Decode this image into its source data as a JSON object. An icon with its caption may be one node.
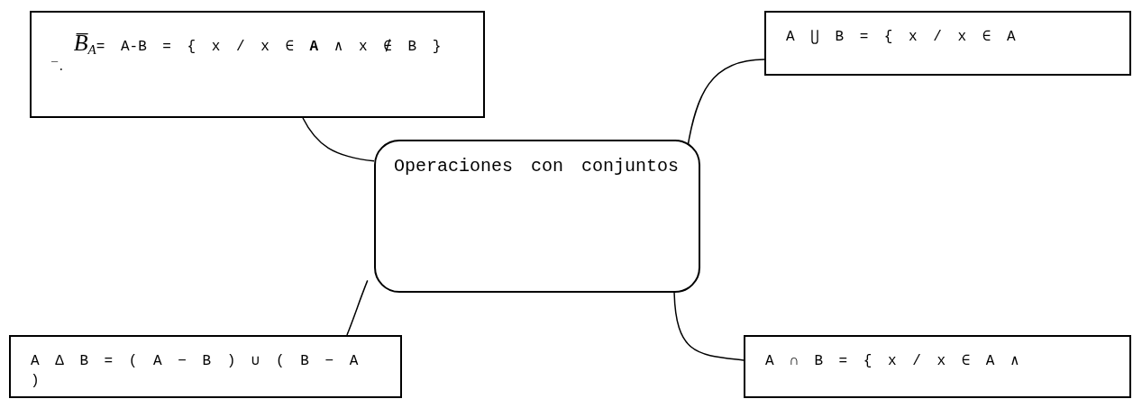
{
  "diagram": {
    "nodes": [
      {
        "text": [
          "*B̅*$_{A}$= A-B = { x / x ∈ **A** ∧ x ∉ B }",
          "‾."
        ]
      },
      {
        "text": [
          "A ⋃ B = { x / x ∈ A"
        ]
      },
      {
        "text": [
          "Operaciones con conjuntos"
        ]
      },
      {
        "text": [
          "A Δ B = ( A − B ) ∪ ( B − A )"
        ]
      },
      {
        "text": [
          "A ∩ B = { x / x ∈ A ∧"
        ]
      }
    ],
    "edges": [
      {
        "from": 2,
        "to": 0,
        "arrow": "none"
      },
      {
        "from": 2,
        "to": 1,
        "arrow": "none"
      },
      {
        "from": 2,
        "to": 3,
        "arrow": "none"
      },
      {
        "from": 2,
        "to": 4,
        "arrow": "none"
      }
    ]
  }
}
